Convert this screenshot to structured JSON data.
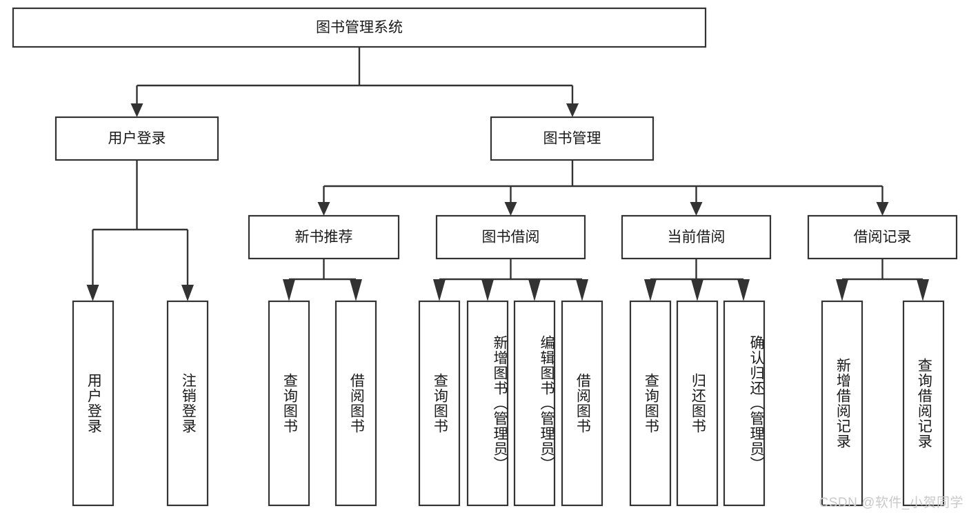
{
  "diagram": {
    "type": "tree-hierarchy",
    "title": "图书管理系统",
    "orientation": "top-down",
    "colors": {
      "background": "#ffffff",
      "box_stroke": "#333333",
      "box_fill": "#ffffff",
      "connector": "#333333",
      "text": "#1a1a1a",
      "watermark": "#c9c9c9"
    },
    "root": {
      "label": "图书管理系统",
      "text_orientation": "horizontal"
    },
    "level1": [
      {
        "id": "user-login",
        "label": "用户登录",
        "text_orientation": "horizontal"
      },
      {
        "id": "book-management",
        "label": "图书管理",
        "text_orientation": "horizontal"
      }
    ],
    "level2": [
      {
        "id": "new-book-recommend",
        "label": "新书推荐",
        "parent": "book-management",
        "text_orientation": "horizontal"
      },
      {
        "id": "book-borrow",
        "label": "图书借阅",
        "parent": "book-management",
        "text_orientation": "horizontal"
      },
      {
        "id": "current-borrow",
        "label": "当前借阅",
        "parent": "book-management",
        "text_orientation": "horizontal"
      },
      {
        "id": "borrow-record",
        "label": "借阅记录",
        "parent": "book-management",
        "text_orientation": "horizontal"
      }
    ],
    "leaves": [
      {
        "id": "leaf-user-login",
        "label": "用户登录",
        "parent": "user-login",
        "text_orientation": "vertical"
      },
      {
        "id": "leaf-logout",
        "label": "注销登录",
        "parent": "user-login",
        "text_orientation": "vertical"
      },
      {
        "id": "leaf-query-book-1",
        "label": "查询图书",
        "parent": "new-book-recommend",
        "text_orientation": "vertical"
      },
      {
        "id": "leaf-borrow-book-1",
        "label": "借阅图书",
        "parent": "new-book-recommend",
        "text_orientation": "vertical"
      },
      {
        "id": "leaf-query-book-2",
        "label": "查询图书",
        "parent": "book-borrow",
        "text_orientation": "vertical"
      },
      {
        "id": "leaf-add-book",
        "label": "新增图书（管理员）",
        "parent": "book-borrow",
        "text_orientation": "vertical"
      },
      {
        "id": "leaf-edit-book",
        "label": "编辑图书（管理员）",
        "parent": "book-borrow",
        "text_orientation": "vertical"
      },
      {
        "id": "leaf-borrow-book-2",
        "label": "借阅图书",
        "parent": "book-borrow",
        "text_orientation": "vertical"
      },
      {
        "id": "leaf-query-book-3",
        "label": "查询图书",
        "parent": "current-borrow",
        "text_orientation": "vertical"
      },
      {
        "id": "leaf-return-book",
        "label": "归还图书",
        "parent": "current-borrow",
        "text_orientation": "vertical"
      },
      {
        "id": "leaf-confirm-return",
        "label": "确认归还（管理员）",
        "parent": "current-borrow",
        "text_orientation": "vertical"
      },
      {
        "id": "leaf-add-record",
        "label": "新增借阅记录",
        "parent": "borrow-record",
        "text_orientation": "vertical"
      },
      {
        "id": "leaf-query-record",
        "label": "查询借阅记录",
        "parent": "borrow-record",
        "text_orientation": "vertical"
      }
    ]
  },
  "watermark": {
    "text": "CSDN @软件_小贺同学"
  }
}
